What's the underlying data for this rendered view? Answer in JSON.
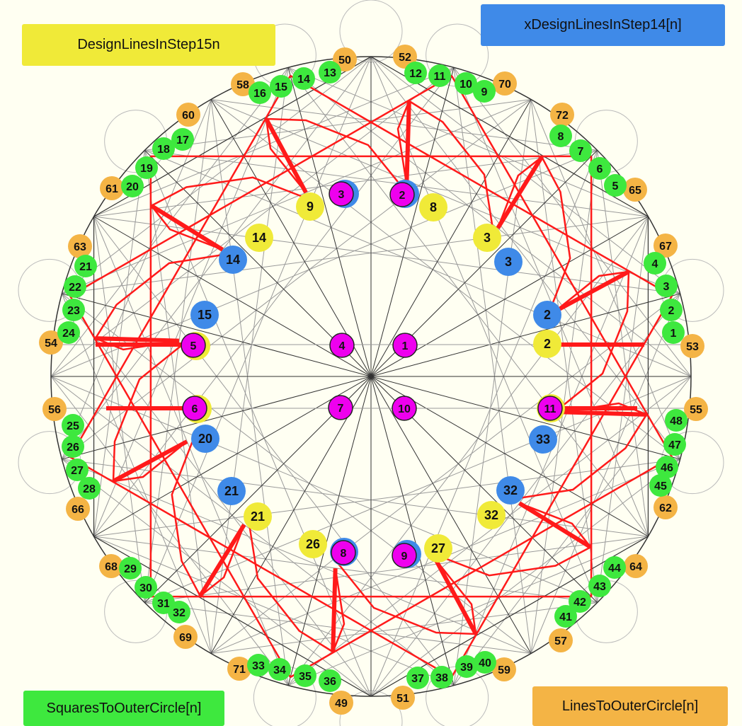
{
  "legend": {
    "yellow": "DesignLinesInStep15n",
    "blue": "xDesignLinesInStep14[n]",
    "green": "SquaresToOuterCircle[n]",
    "orange": "LinesToOuterCircle[n]"
  },
  "colors": {
    "background": "#fffff2",
    "design_line": "#ff1a1a",
    "construction_line": "#9a9a9a",
    "dark_line": "#333333",
    "yellow": "#f0ea38",
    "blue": "#3f8ae8",
    "green": "#3ee83e",
    "orange": "#f4b445",
    "magenta": "#ee00ee"
  },
  "markers": {
    "orange": [
      "50",
      "52",
      "58",
      "70",
      "60",
      "72",
      "61",
      "65",
      "63",
      "67",
      "54",
      "53",
      "56",
      "55",
      "66",
      "62",
      "68",
      "64",
      "69",
      "57",
      "71",
      "59",
      "49",
      "51"
    ],
    "green": [
      "16",
      "15",
      "14",
      "13",
      "12",
      "11",
      "10",
      "9",
      "17",
      "18",
      "19",
      "20",
      "8",
      "7",
      "6",
      "5",
      "21",
      "22",
      "23",
      "24",
      "4",
      "3",
      "2",
      "1",
      "25",
      "26",
      "27",
      "28",
      "48",
      "47",
      "46",
      "45",
      "29",
      "30",
      "31",
      "32",
      "44",
      "43",
      "42",
      "41",
      "33",
      "34",
      "35",
      "36",
      "37",
      "38",
      "39",
      "40"
    ],
    "yellow": [
      "9",
      "8",
      "14",
      "3",
      "5",
      "2",
      "6",
      "11",
      "21",
      "32",
      "26",
      "27"
    ],
    "blue": [
      "3",
      "2",
      "14",
      "3",
      "15",
      "2",
      "20",
      "33",
      "21",
      "32",
      "8",
      "9"
    ],
    "magenta": [
      "3",
      "2",
      "4",
      "1",
      "7",
      "10",
      "5",
      "6",
      "11",
      "8",
      "9"
    ]
  }
}
